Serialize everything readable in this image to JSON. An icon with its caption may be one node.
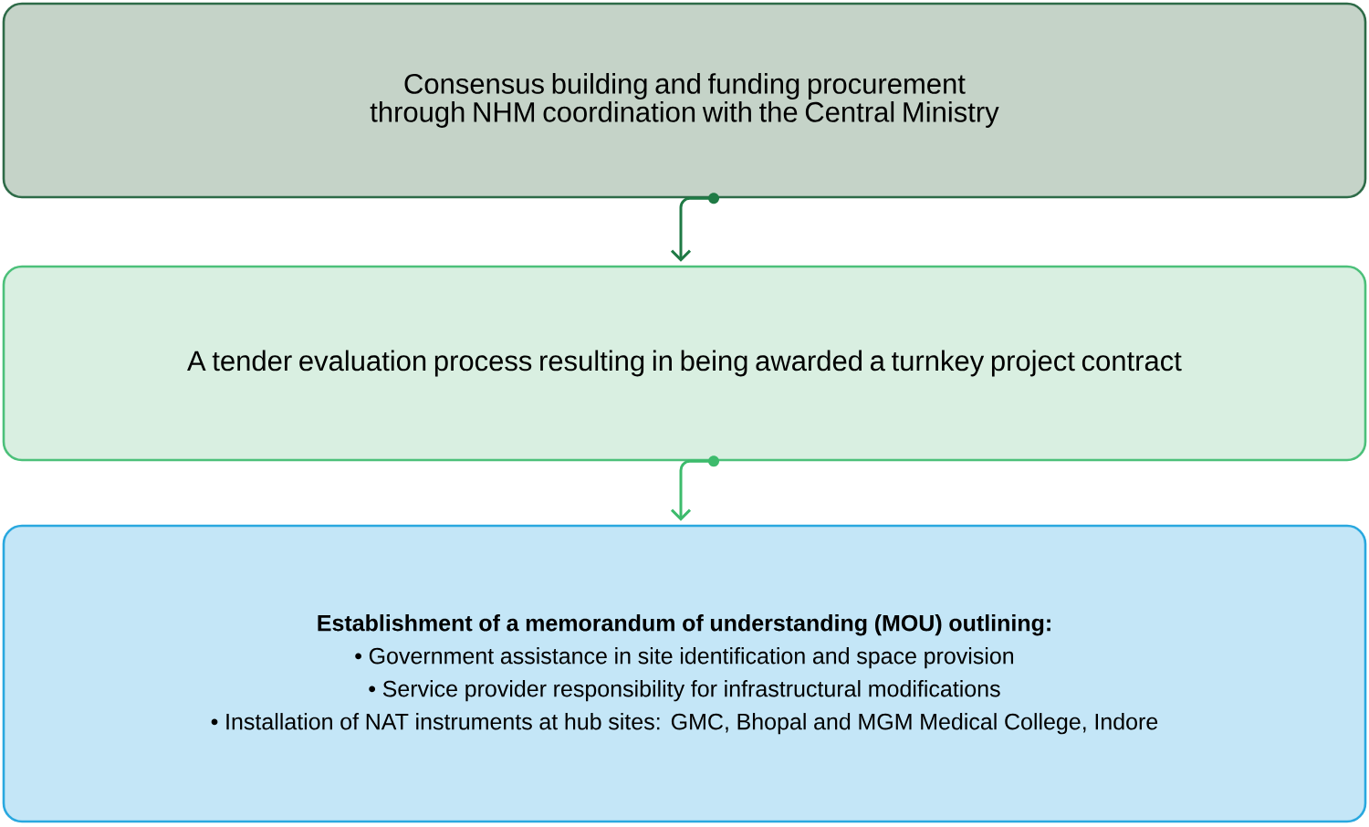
{
  "diagram": {
    "nodes": [
      {
        "text": [
          "Consensus building and funding procurement through NHM coordination with the Central Ministry"
        ]
      },
      {
        "text": [
          "A tender evaluation process resulting in being awarded a turnkey project contract"
        ]
      },
      {
        "text": [
          "Establishment of a memorandum of understanding (MOU) outlining:",
          "• Government assistance in site identification and space provision",
          "• Service provider responsibility for infrastructural modifications",
          "• Installation of NAT instruments at hub sites: GMC, Bhopal and MGM Medical College, Indore"
        ]
      }
    ],
    "edges": [
      {
        "from": 0,
        "to": 1,
        "arrow": "to",
        "color": "#1f7a45"
      },
      {
        "from": 1,
        "to": 2,
        "arrow": "to",
        "color": "#3dbb6c"
      }
    ]
  }
}
